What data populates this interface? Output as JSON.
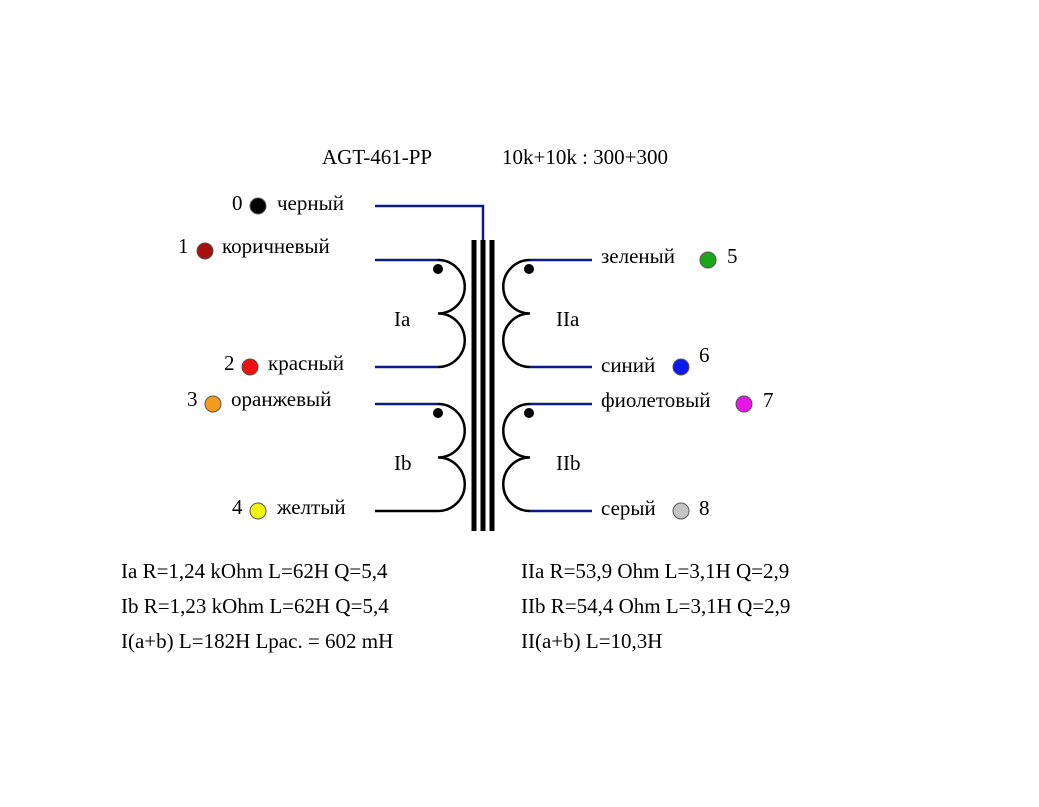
{
  "title": {
    "model": "AGT-461-PP",
    "ratio": "10k+10k : 300+300"
  },
  "colors": {
    "line_blue": "#0a1a8a",
    "line_black": "#000000",
    "core": "#000000"
  },
  "terminals": [
    {
      "num": "0",
      "label": "черный",
      "color": "#000000"
    },
    {
      "num": "1",
      "label": "коричневый",
      "color": "#a80f0f"
    },
    {
      "num": "2",
      "label": "красный",
      "color": "#ee1111"
    },
    {
      "num": "3",
      "label": "оранжевый",
      "color": "#f59a1a"
    },
    {
      "num": "4",
      "label": "желтый",
      "color": "#f5f50a"
    },
    {
      "num": "5",
      "label": "зеленый",
      "color": "#1aa81a"
    },
    {
      "num": "6",
      "label": "синий",
      "color": "#0a1aee"
    },
    {
      "num": "7",
      "label": "фиолетовый",
      "color": "#e616e6"
    },
    {
      "num": "8",
      "label": "серый",
      "color": "#c4c4c4"
    }
  ],
  "windings": {
    "Ia": "Ia",
    "Ib": "Ib",
    "IIa": "IIa",
    "IIb": "IIb"
  },
  "specs": {
    "primary": [
      "Ia R=1,24 kOhm L=62H Q=5,4",
      "Ib R=1,23 kOhm L=62H Q=5,4",
      "I(a+b) L=182H Lpac. = 602 mH"
    ],
    "secondary": [
      "IIa R=53,9 Ohm L=3,1H Q=2,9",
      "IIb R=54,4 Ohm L=3,1H Q=2,9",
      "II(a+b) L=10,3H"
    ]
  }
}
